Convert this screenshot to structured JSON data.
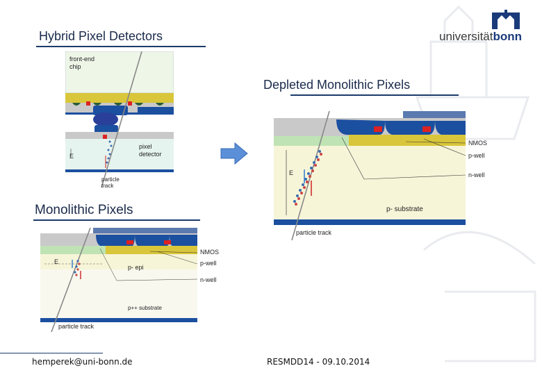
{
  "logo": {
    "text_regular": "universität",
    "text_bold": "bonn"
  },
  "sections": {
    "hybrid": {
      "title": "Hybrid Pixel Detectors",
      "labels": {
        "chip": "front-end chip",
        "E": "E",
        "detector": "pixel detector",
        "track": "particle track"
      }
    },
    "depleted": {
      "title": "Depleted Monolithic Pixels",
      "labels": {
        "nmos": "NMOS",
        "pwell": "p-well",
        "nwell": "n-well",
        "E": "E",
        "substrate": "p- substrate",
        "track": "particle track"
      }
    },
    "monolithic": {
      "title": "Monolithic Pixels",
      "labels": {
        "nmos": "NMOS",
        "pwell": "p-well",
        "nwell": "n-well",
        "E": "E",
        "epi": "p- epi",
        "substrate": "p++ substrate",
        "track": "particle track"
      }
    }
  },
  "footer": {
    "email": "hemperek@uni-bonn.de",
    "event": "RESMDD14 - 09.10.2014"
  },
  "colors": {
    "accent": "#1a3a6a",
    "nwell": "#1b4fa0",
    "pwell": "#d9c63a",
    "substrate": "#f7f5d8",
    "green": "#bfe3b4"
  },
  "icons": {
    "arrow": "arrow-right-icon"
  }
}
